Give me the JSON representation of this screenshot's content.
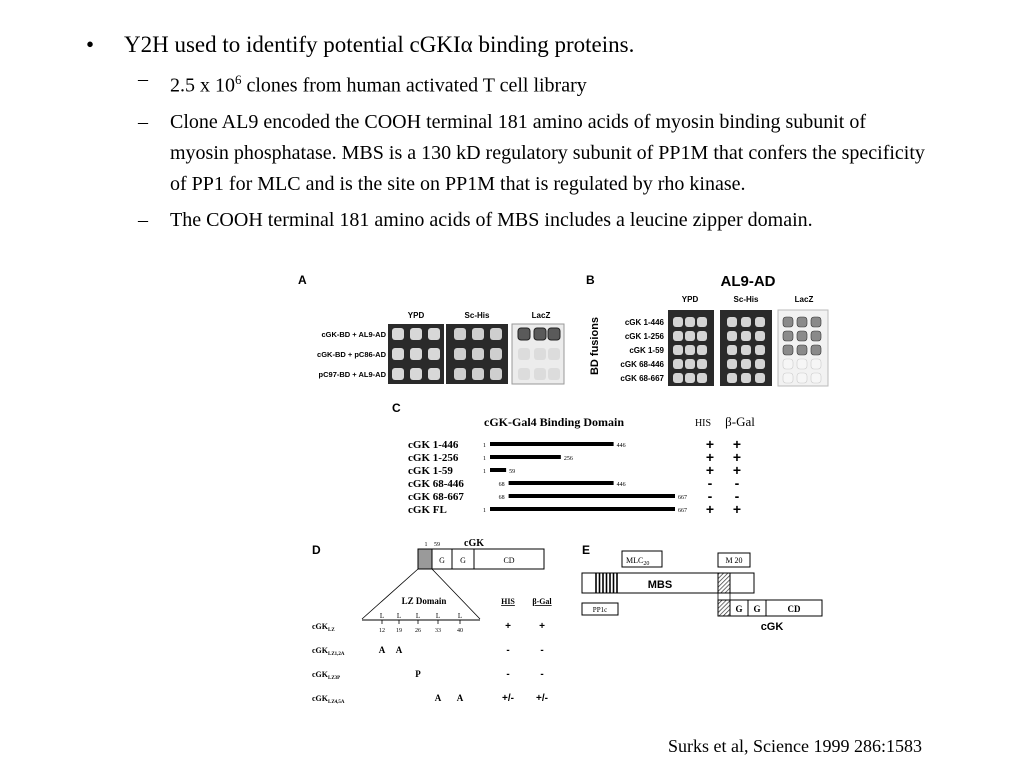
{
  "bullets": {
    "main": {
      "bullet": "•",
      "prefix": "Y2H used to identify potential cGKI",
      "alpha": "α",
      "suffix": " binding proteins."
    },
    "subs": [
      {
        "dash": "–",
        "pre": "2.5 x 10",
        "sup": "6",
        "post": " clones from human activated T cell library"
      },
      {
        "dash": "–",
        "text": "Clone AL9 encoded the COOH terminal 181 amino acids of myosin binding subunit of myosin phosphatase.  MBS is a 130 kD regulatory subunit of PP1M that confers the specificity of PP1 for MLC and is the site on PP1M that is regulated by rho kinase."
      },
      {
        "dash": "–",
        "text": "The COOH terminal 181 amino acids of MBS includes a leucine zipper domain."
      }
    ]
  },
  "citation": "Surks et al, Science 1999 286:1583",
  "figure": {
    "panel_a": {
      "letter": "A",
      "cols": [
        "YPD",
        "Sc-His",
        "LacZ"
      ],
      "rows": [
        "cGK-BD + AL9-AD",
        "cGK-BD + pC86-AD",
        "pC97-BD + AL9-AD"
      ]
    },
    "panel_b": {
      "letter": "B",
      "title": "AL9-AD",
      "side": "BD fusions",
      "cols": [
        "YPD",
        "Sc-His",
        "LacZ"
      ],
      "rows": [
        "cGK 1-446",
        "cGK 1-256",
        "cGK 1-59",
        "cGK 68-446",
        "cGK 68-667"
      ]
    },
    "panel_c": {
      "letter": "C",
      "title": "cGK-Gal4 Binding Domain",
      "his": "HIS",
      "bgal": "β-Gal",
      "rows": [
        {
          "label": "cGK 1-446",
          "start": "1",
          "end": "446",
          "s": 1,
          "e": 446,
          "his": "+",
          "bgal": "+"
        },
        {
          "label": "cGK 1-256",
          "start": "1",
          "end": "256",
          "s": 1,
          "e": 256,
          "his": "+",
          "bgal": "+"
        },
        {
          "label": "cGK 1-59",
          "start": "1",
          "end": "59",
          "s": 1,
          "e": 59,
          "his": "+",
          "bgal": "+"
        },
        {
          "label": "cGK 68-446",
          "start": "68",
          "end": "446",
          "s": 68,
          "e": 446,
          "his": "-",
          "bgal": "-"
        },
        {
          "label": "cGK 68-667",
          "start": "68",
          "end": "667",
          "s": 68,
          "e": 667,
          "his": "-",
          "bgal": "-"
        },
        {
          "label": "cGK FL",
          "start": "1",
          "end": "667",
          "s": 1,
          "e": 667,
          "his": "+",
          "bgal": "+"
        }
      ]
    },
    "panel_d": {
      "letter": "D",
      "title": "cGK",
      "n1": "1",
      "n59": "59",
      "g1": "G",
      "g2": "G",
      "cd": "CD",
      "lz": "LZ Domain",
      "his": "HIS",
      "bgal": "β-Gal",
      "leucines": [
        "L",
        "L",
        "L",
        "L",
        "L"
      ],
      "positions": [
        "12",
        "19",
        "26",
        "33",
        "40"
      ],
      "rows": [
        {
          "name": "cGK",
          "sub": "LZ",
          "muts": [
            "",
            "",
            "",
            "",
            ""
          ],
          "his": "+",
          "bgal": "+"
        },
        {
          "name": "cGK",
          "sub": "LZ1,2A",
          "muts": [
            "A",
            "A",
            "",
            "",
            ""
          ],
          "his": "-",
          "bgal": "-"
        },
        {
          "name": "cGK",
          "sub": "LZ3P",
          "muts": [
            "",
            "",
            "P",
            "",
            ""
          ],
          "his": "-",
          "bgal": "-"
        },
        {
          "name": "cGK",
          "sub": "LZ4,5A",
          "muts": [
            "",
            "",
            "",
            "A",
            "A"
          ],
          "his": "+/-",
          "bgal": "+/-"
        }
      ]
    },
    "panel_e": {
      "letter": "E",
      "mlc": "MLC",
      "mlc_sub": "20",
      "m20": "M 20",
      "mbs": "MBS",
      "pp1c": "PP1c",
      "g1": "G",
      "g2": "G",
      "cd": "CD",
      "cgk": "cGK"
    }
  }
}
